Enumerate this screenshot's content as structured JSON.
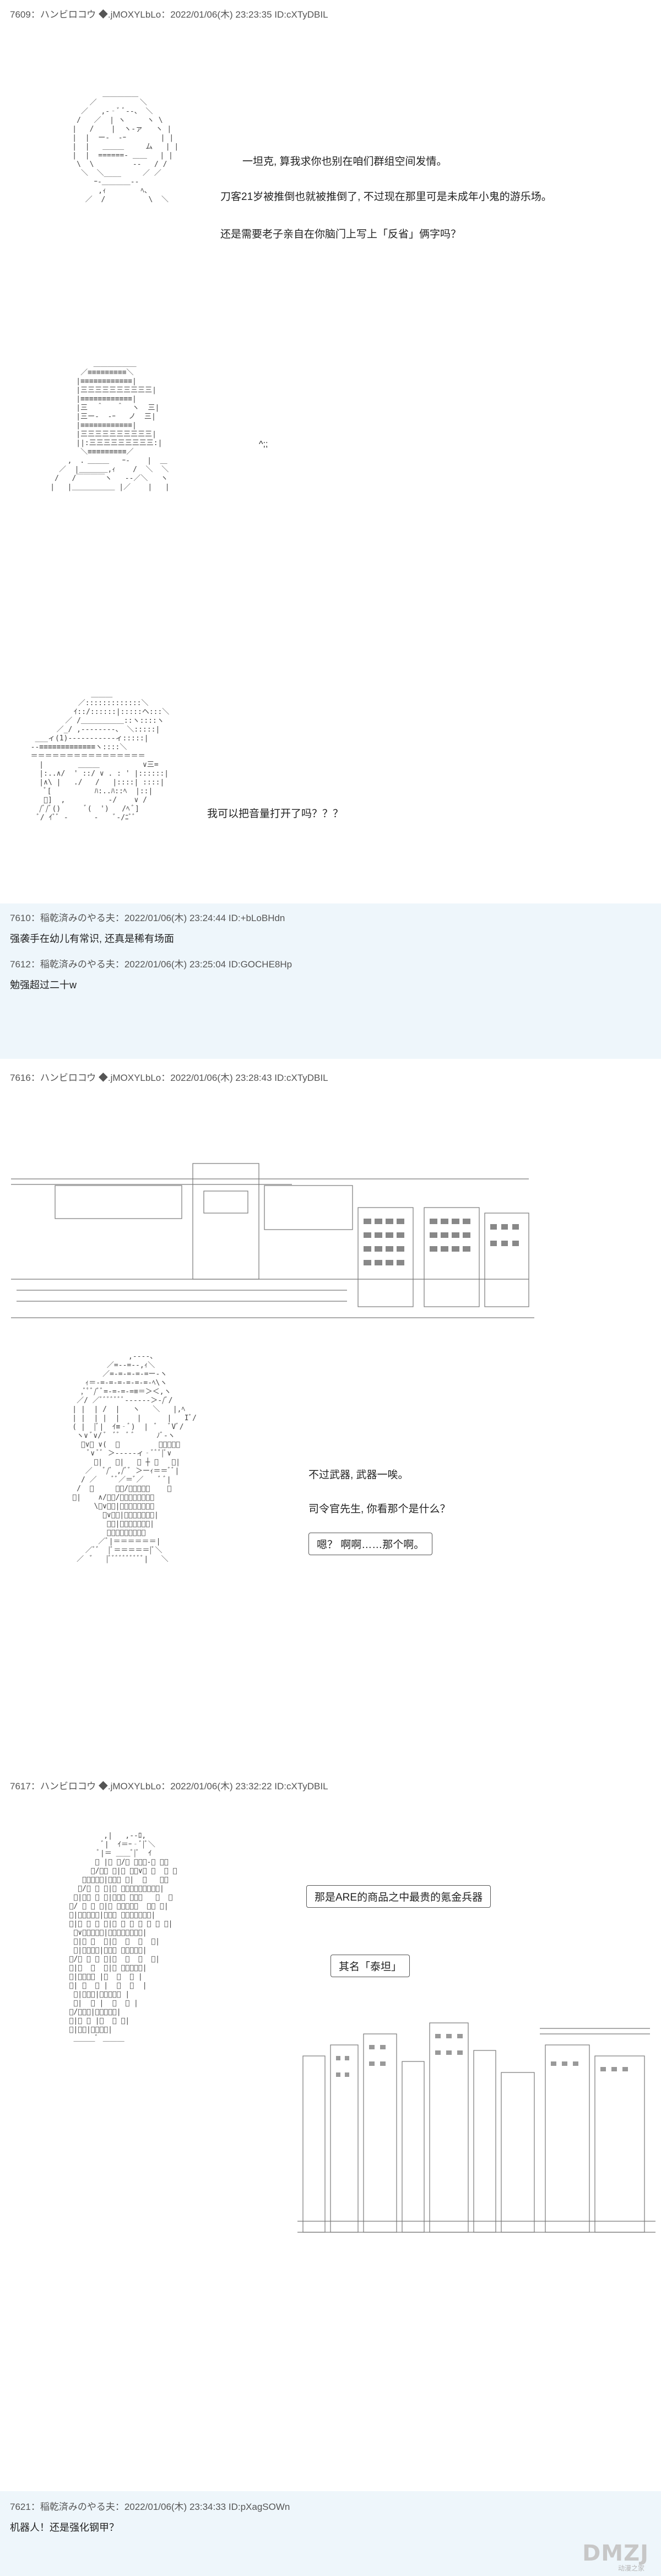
{
  "posts": [
    {
      "header": "7609：ハンビロコウ ◆.jMOXYLbLo：2022/01/06(木) 23:23:35 ID:cXTyDBIL"
    },
    {
      "header": "7610：稲乾済みのやる夫：2022/01/06(木) 23:24:44 ID:+bLoBHdn",
      "body": "强袭手在幼儿有常识, 还真是稀有场面"
    },
    {
      "header": "7612：稲乾済みのやる夫：2022/01/06(木) 23:25:04 ID:GOCHE8Hp",
      "body": "勉强超过二十w"
    },
    {
      "header": "7616：ハンビロコウ ◆.jMOXYLbLo：2022/01/06(木) 23:28:43 ID:cXTyDBIL"
    },
    {
      "header": "7617：ハンビロコウ ◆.jMOXYLbLo：2022/01/06(木) 23:32:22 ID:cXTyDBIL"
    },
    {
      "header": "7621：稲乾済みのやる夫：2022/01/06(木) 23:34:33 ID:pXagSOWn",
      "body": "机器人！还是强化钢甲？"
    }
  ],
  "scene1": {
    "line1": "一坦克, 算我求你也别在咱们群组空间发情。",
    "line2": "刀客21岁被推倒也就被推倒了, 不过现在那里可是未成年小鬼的游乐场。",
    "line3": "还是需要老子亲自在你脑门上写上「反省」俩字吗？",
    "line4": "我可以把音量打开了吗？？？",
    "aside": "^;;"
  },
  "scene2": {
    "line1": "不过武器, 武器一唉。",
    "line2": "司令官先生, 你看那个是什么？",
    "bubble": "嗯？ 啊啊……那个啊。"
  },
  "scene3": {
    "bubble1": "那是ARE的商品之中最贵的氪金兵器",
    "bubble2": "其名「泰坦」"
  },
  "watermark": {
    "logo": "DMZJ",
    "sub": "动漫之家"
  }
}
